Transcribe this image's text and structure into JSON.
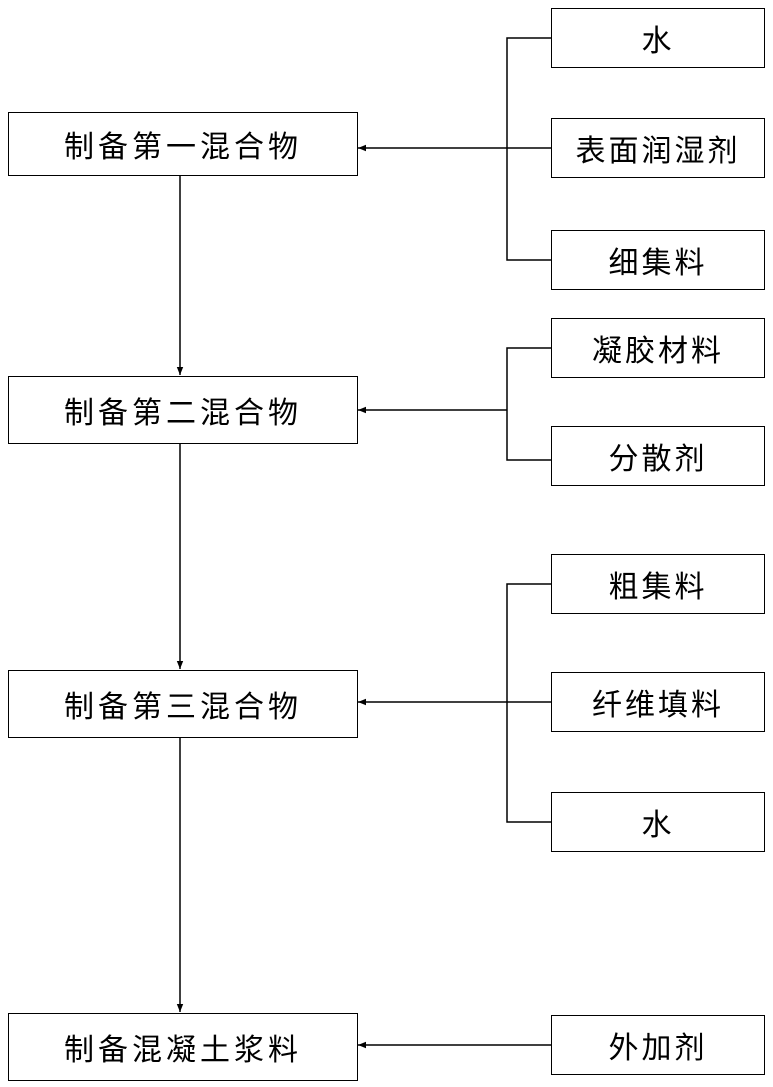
{
  "steps": [
    "制备第一混合物",
    "制备第二混合物",
    "制备第三混合物",
    "制备混凝土浆料"
  ],
  "ingredients": {
    "step1": [
      "水",
      "表面润湿剂",
      "细集料"
    ],
    "step2": [
      "凝胶材料",
      "分散剂"
    ],
    "step3": [
      "粗集料",
      "纤维填料",
      "水"
    ],
    "step4": [
      "外加剂"
    ]
  },
  "colors": {
    "stroke": "#000000",
    "background": "#ffffff"
  }
}
